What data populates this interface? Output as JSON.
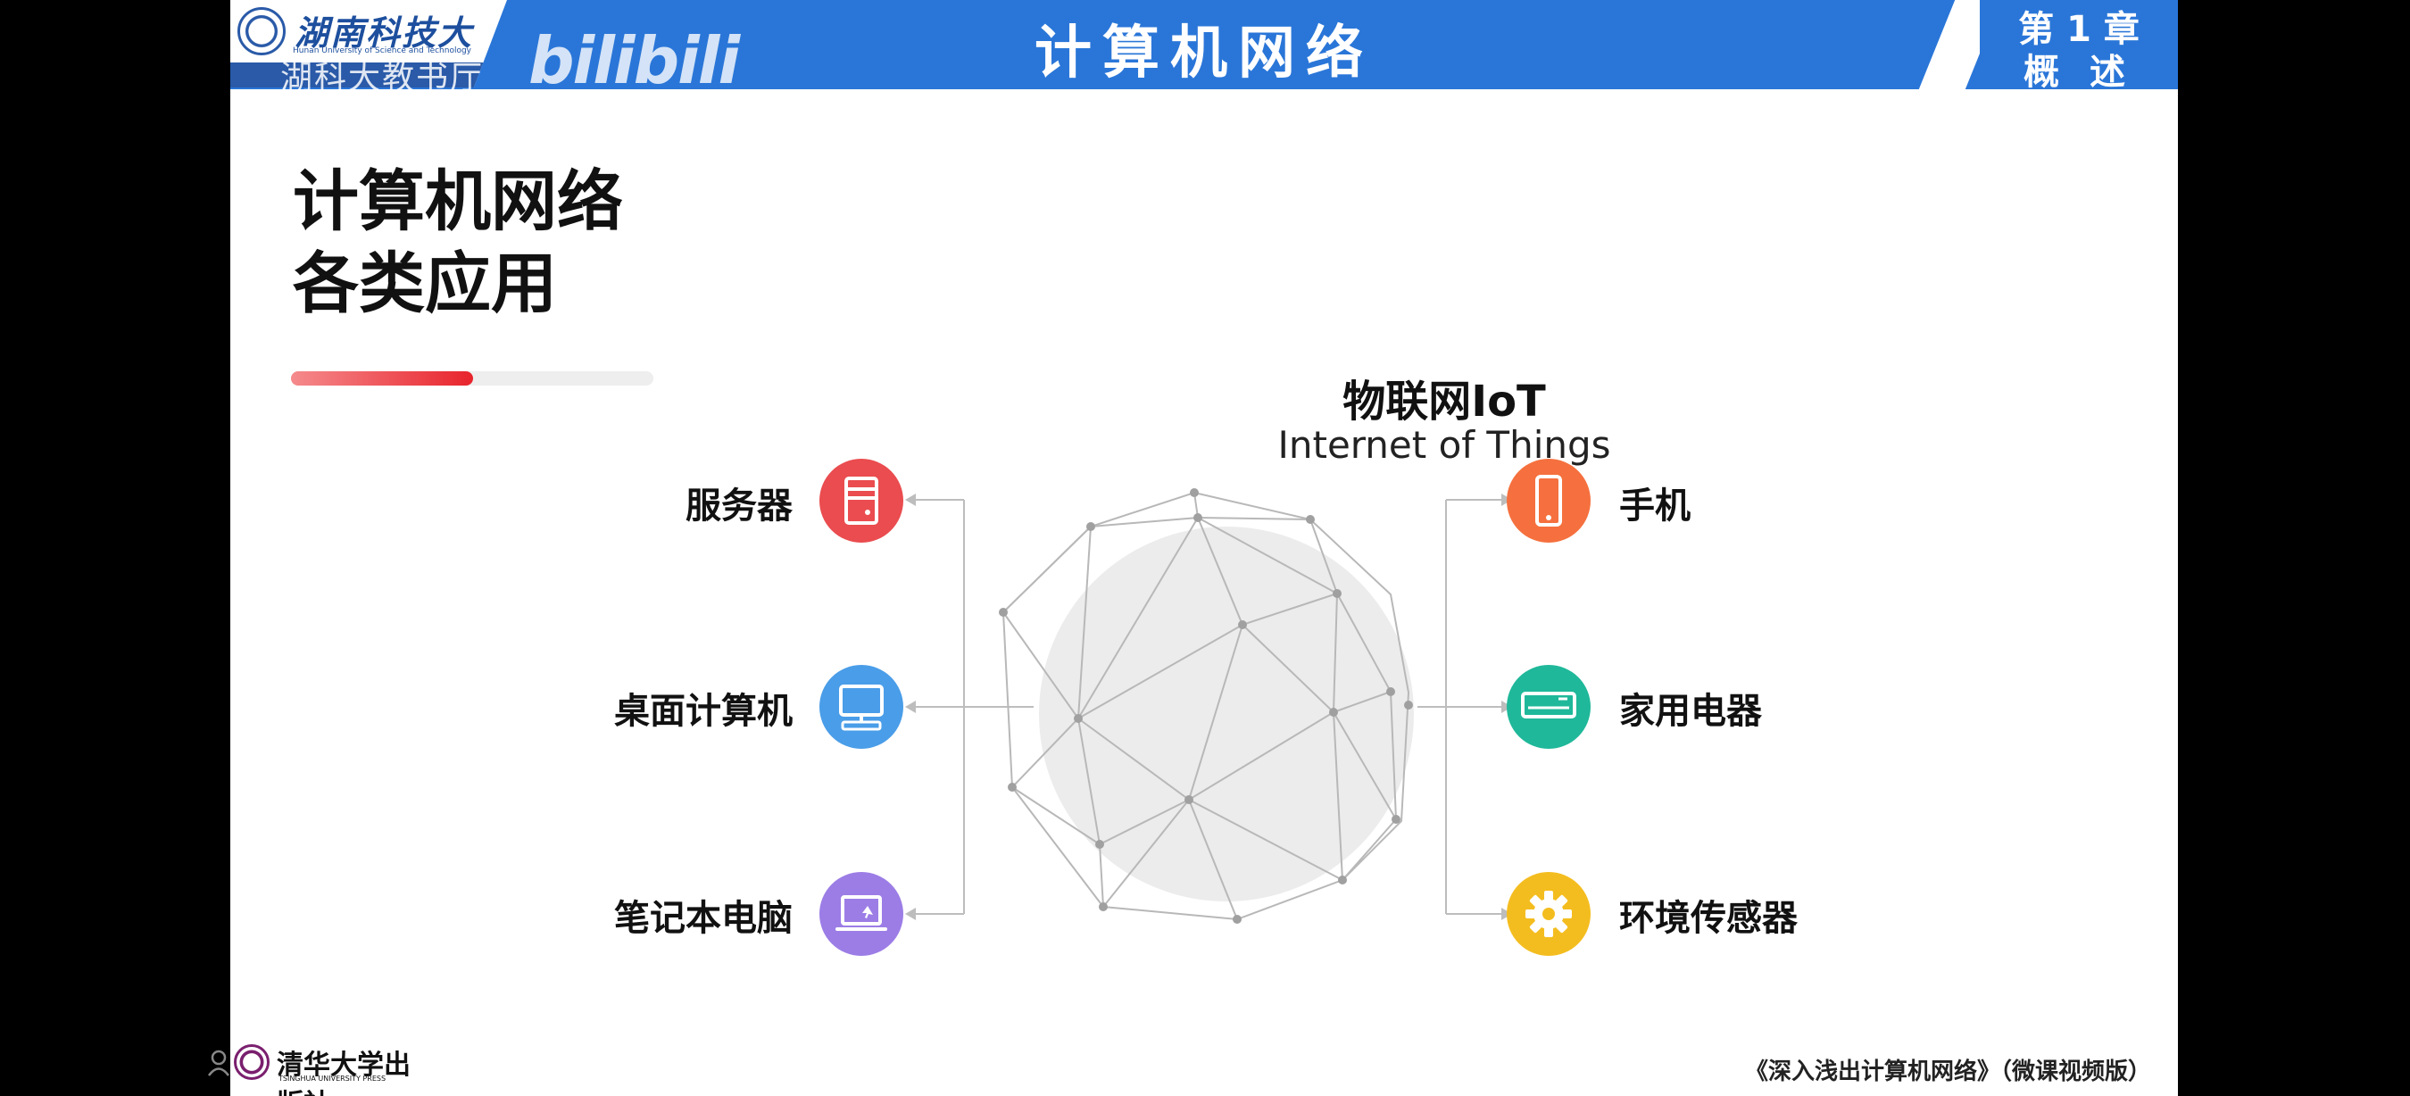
{
  "header": {
    "university_name": "湖南科技大学",
    "university_en": "Hunan University of Science and Technology",
    "overlay_text": "湖科大教书厅",
    "bilibili": "bilibili",
    "course_title": "计算机网络",
    "chapter_line1": "第 1 章",
    "chapter_line2": "概 述"
  },
  "slide": {
    "title_line1": "计算机网络",
    "title_line2": "各类应用",
    "iot_title": "物联网IoT",
    "iot_subtitle": "Internet of Things",
    "left_items": [
      {
        "label": "服务器",
        "icon": "server-icon",
        "color": "#ea4c4f"
      },
      {
        "label": "桌面计算机",
        "icon": "desktop-computer-icon",
        "color": "#4a9de8"
      },
      {
        "label": "笔记本电脑",
        "icon": "laptop-icon",
        "color": "#9c7de6"
      }
    ],
    "right_items": [
      {
        "label": "手机",
        "icon": "mobile-phone-icon",
        "color": "#f5703e"
      },
      {
        "label": "家用电器",
        "icon": "air-conditioner-icon",
        "color": "#1fb89a"
      },
      {
        "label": "环境传感器",
        "icon": "gear-icon",
        "color": "#f4bd1f"
      }
    ]
  },
  "footer": {
    "publisher": "清华大学出版社",
    "publisher_en": "TSINGHUA UNIVERSITY PRESS",
    "book_title": "《深入浅出计算机网络》（微课视频版）"
  },
  "colors": {
    "header_blue": "#2a76d8",
    "accent_red": "#e8242c"
  }
}
